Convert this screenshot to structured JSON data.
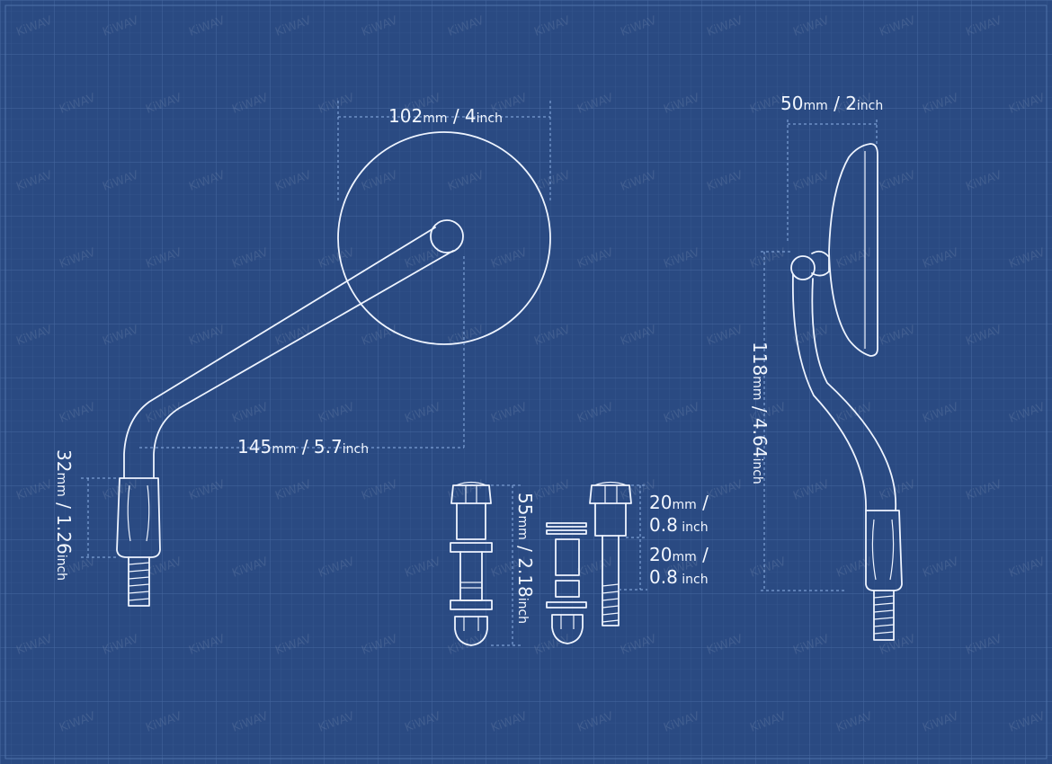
{
  "watermark": {
    "text": "KiWAV"
  },
  "colors": {
    "background": "#2a4a82",
    "grid_fine": "#3a5b93",
    "grid_major": "#4668a0",
    "line": "#eef4ff",
    "dimension": "#8fb2e6"
  },
  "dimensions": {
    "mirror_diameter": {
      "value": "102",
      "unit": "mm",
      "sep": " / ",
      "value2": "4",
      "unit2": "inch"
    },
    "arm_reach": {
      "value": "145",
      "unit": "mm",
      "sep": " / ",
      "value2": "5.7",
      "unit2": "inch"
    },
    "base_height": {
      "value": "32",
      "unit": "mm",
      "sep": " / ",
      "value2": "1.26",
      "unit2": "inch"
    },
    "side_depth": {
      "value": "50",
      "unit": "mm",
      "sep": " / ",
      "value2": "2",
      "unit2": "inch"
    },
    "side_height": {
      "value": "118",
      "unit": "mm",
      "sep": " / ",
      "value2": "4.64",
      "unit2": "inch"
    },
    "bolt_length": {
      "value": "55",
      "unit": "mm",
      "sep": " / ",
      "value2": "2.18",
      "unit2": "inch"
    },
    "adapter_upper": {
      "value": "20",
      "unit": "mm",
      "sep": " /",
      "value2": "0.8",
      "unit2": " inch"
    },
    "adapter_lower": {
      "value": "20",
      "unit": "mm",
      "sep": " /",
      "value2": "0.8",
      "unit2": " inch"
    }
  }
}
